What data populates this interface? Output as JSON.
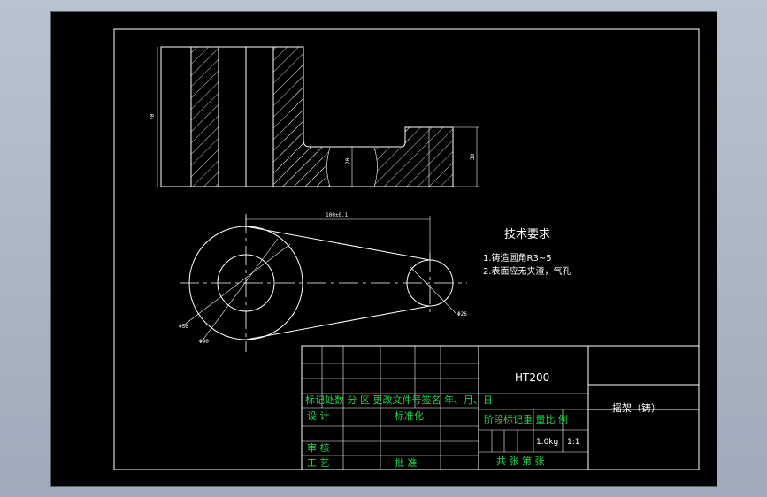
{
  "drawing": {
    "tech_requirements": {
      "title": "技术要求",
      "items": [
        "1.铸造圆角R3~5",
        "2.表面应无夹渣，气孔"
      ]
    },
    "dimensions": {
      "center_distance": "100±0.1",
      "height_left": "70",
      "height_right": "30",
      "height_web": "20",
      "dia_small": "Φ26",
      "dia_mid": "Φ50",
      "dia_large": "Φ90"
    }
  },
  "title_block": {
    "material": "HT200",
    "part_name": "摇架（铸）",
    "revision_row": "标记处数 分 区 更改文件号签名 年、月、日",
    "design_label": "设 计",
    "standard_label": "标准化",
    "review_label": "审 核",
    "process_label": "工 艺",
    "approve_label": "批 准",
    "stage_row": "阶段标记重 量比 例",
    "weight": "1.0kg",
    "scale": "1:1",
    "sheets_row": "共 张 第 张"
  }
}
